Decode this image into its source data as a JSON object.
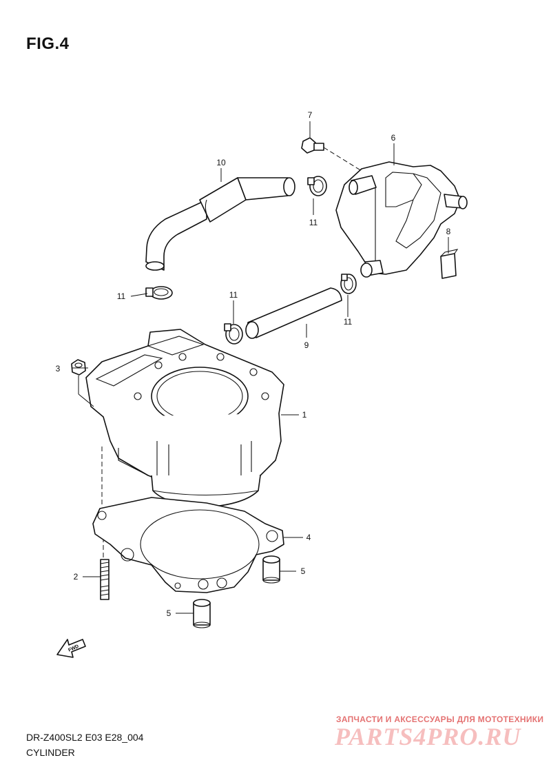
{
  "figure": {
    "title": "FIG.4",
    "model_code": "DR-Z400SL2 E03 E28_004",
    "section_name": "CYLINDER"
  },
  "callouts": {
    "c1": "1",
    "c2": "2",
    "c3": "3",
    "c4": "4",
    "c5a": "5",
    "c5b": "5",
    "c6": "6",
    "c7": "7",
    "c8": "8",
    "c9": "9",
    "c10": "10",
    "c11a": "11",
    "c11b": "11",
    "c11c": "11",
    "c11d": "11"
  },
  "fwd_arrow": {
    "label": "FWD",
    "icon": "forward-arrow-icon"
  },
  "watermark": {
    "caption": "ЗАПЧАСТИ И АКСЕССУАРЫ ДЛЯ МОТОТЕХНИКИ",
    "logo_text": "PARTS4PRO.RU"
  },
  "colors": {
    "line": "#111111",
    "watermark": "#e05a5a"
  }
}
